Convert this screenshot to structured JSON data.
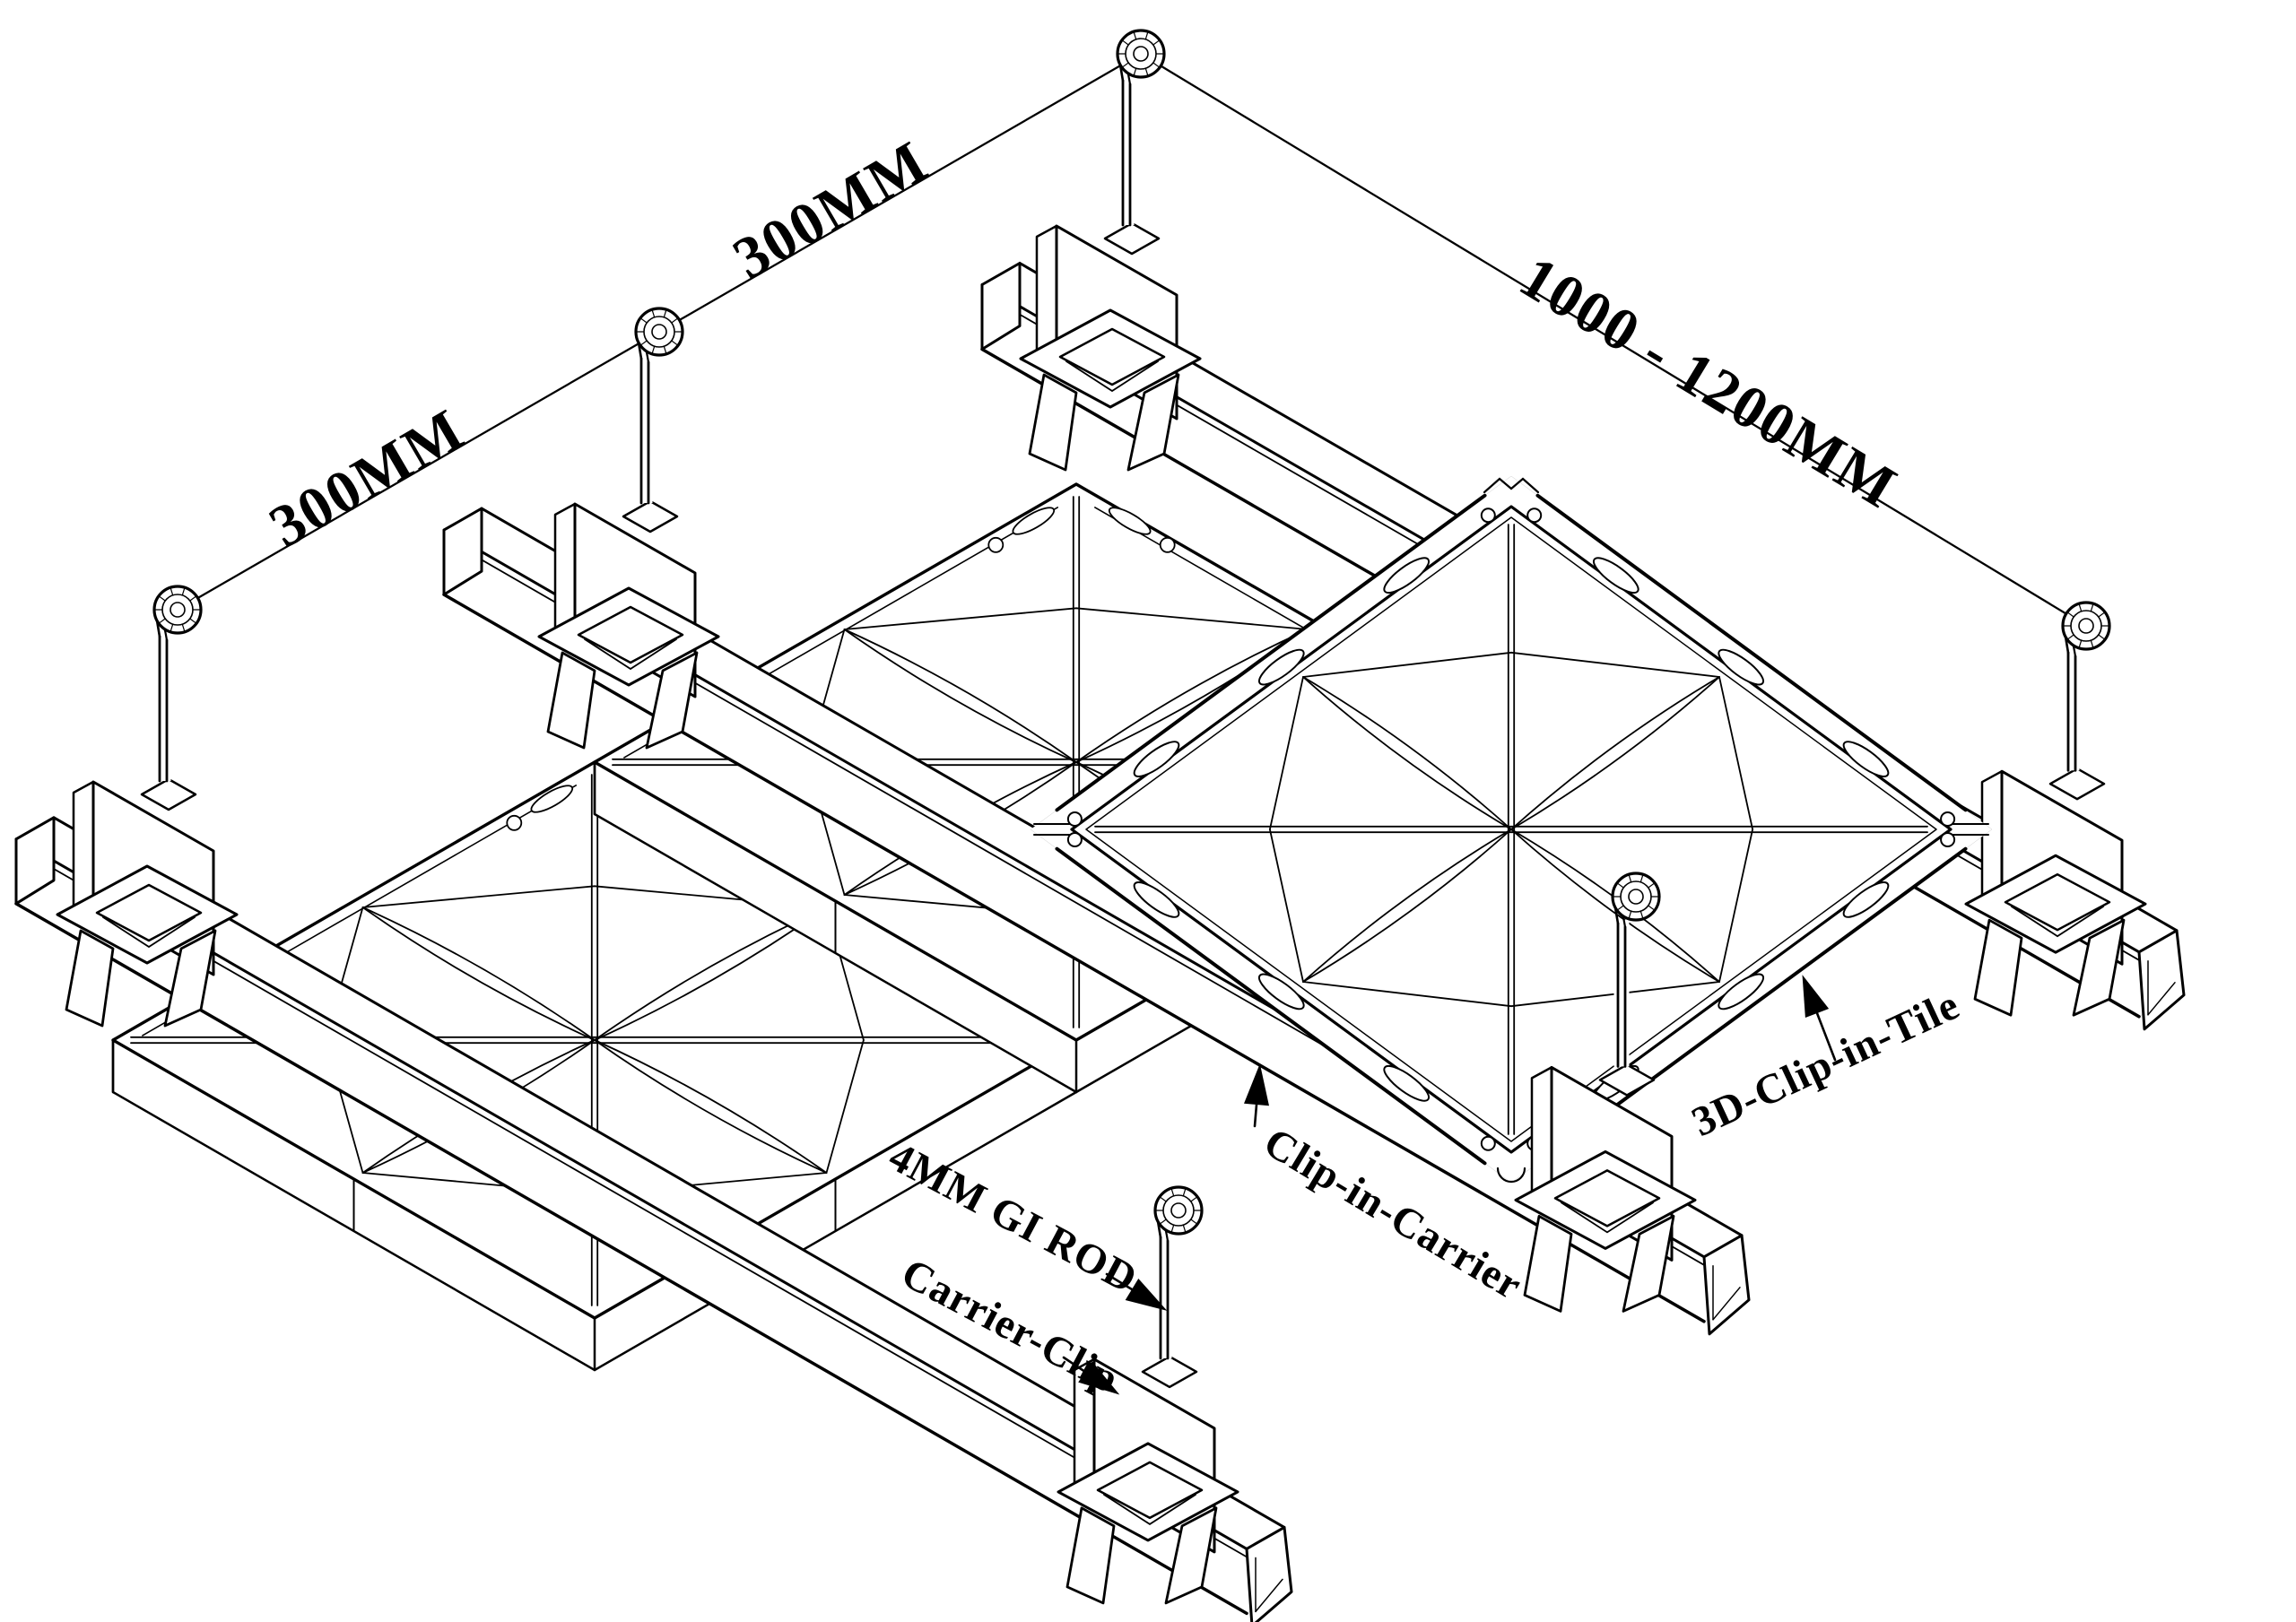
{
  "diagram": {
    "type": "isometric-installation-drawing",
    "subject": "3D clip-in metal ceiling tile suspension system",
    "background_color": "#ffffff",
    "line_color": "#000000",
    "dimensions": {
      "carrier_spacing_left": "300MM",
      "carrier_spacing_mid": "300MM",
      "hanger_spacing": "1000 - 1200MM"
    },
    "parts": {
      "rod": "4MM GI ROD",
      "carrier_clip": "Carrier-Clip",
      "clip_in_carrier": "Clip-in-Carrier",
      "tile": "3D-Clip-in-Tile"
    }
  }
}
